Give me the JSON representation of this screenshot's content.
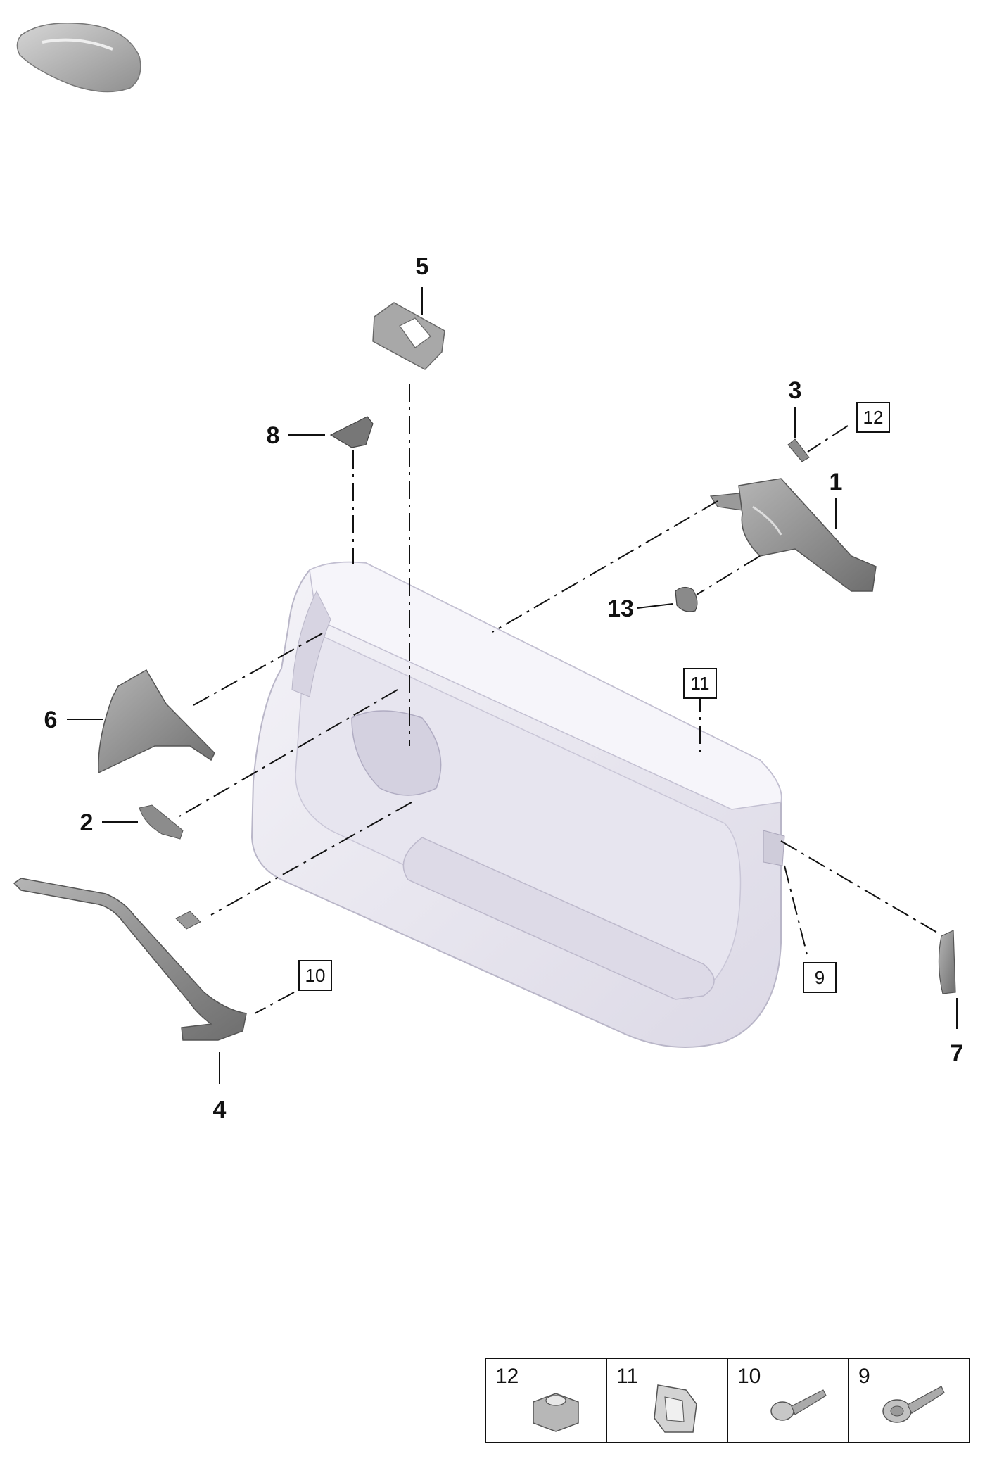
{
  "callouts": [
    "1",
    "2",
    "3",
    "4",
    "5",
    "6",
    "7",
    "8",
    "13"
  ],
  "boxed_refs": [
    "12",
    "11",
    "10",
    "9"
  ],
  "legend": [
    {
      "num": "12",
      "icon": "hex-nut-icon"
    },
    {
      "num": "11",
      "icon": "clip-nut-icon"
    },
    {
      "num": "10",
      "icon": "screw-icon"
    },
    {
      "num": "9",
      "icon": "flange-screw-icon"
    }
  ],
  "colors": {
    "panel_fill": "#eceaf3",
    "panel_shade": "#d9d6e4",
    "part_dark": "#8a8a8a",
    "part_mid": "#a9a9a9",
    "line": "#111111"
  }
}
